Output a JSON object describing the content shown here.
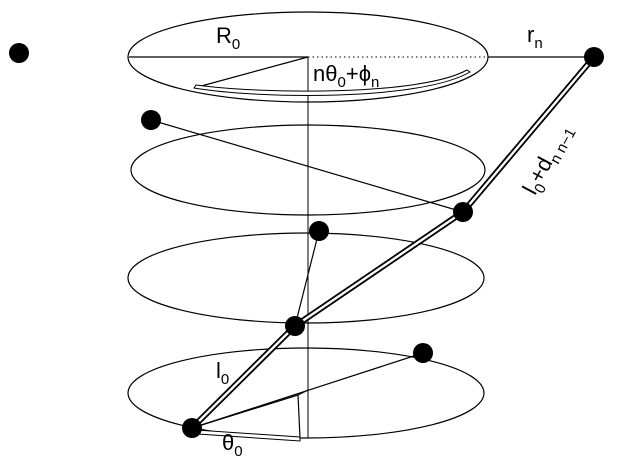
{
  "labels": {
    "R": "R",
    "R_sub": "0",
    "r": "r",
    "r_sub": "n",
    "n": "n",
    "theta": "θ",
    "theta_sub": "0",
    "plus": "+",
    "phi": "ϕ",
    "phi_sub": "n",
    "l": "l",
    "l_sub": "0",
    "plus_d": "+d",
    "d_sub": "n n−1",
    "theta0": "θ",
    "theta0_sub": "0"
  }
}
